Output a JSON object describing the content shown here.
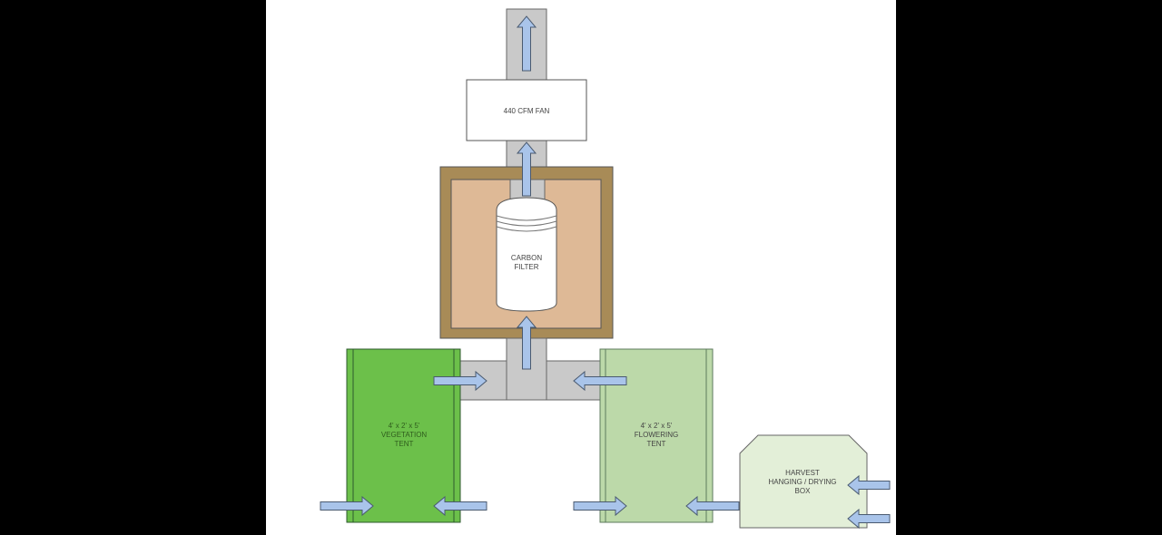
{
  "diagram": {
    "fan_label": "440 CFM FAN",
    "filter_label": [
      "CARBON",
      "FILTER"
    ],
    "veg_tent_label": [
      "4' x 2' x 5'",
      "VEGETATION",
      "TENT"
    ],
    "flower_tent_label": [
      "4' x 2' x 5'",
      "FLOWERING",
      "TENT"
    ],
    "harvest_box_label": [
      "HARVEST",
      "HANGING / DRYING",
      "BOX"
    ],
    "colors": {
      "duct": "#c9c9c9",
      "arrow": "#a9c4ea",
      "cabinet_frame": "#a88b57",
      "cabinet_inner": "#deb996",
      "veg_tent": "#6cc04a",
      "flower_tent": "#bcd9a9",
      "harvest_box": "#e3efd8"
    }
  }
}
